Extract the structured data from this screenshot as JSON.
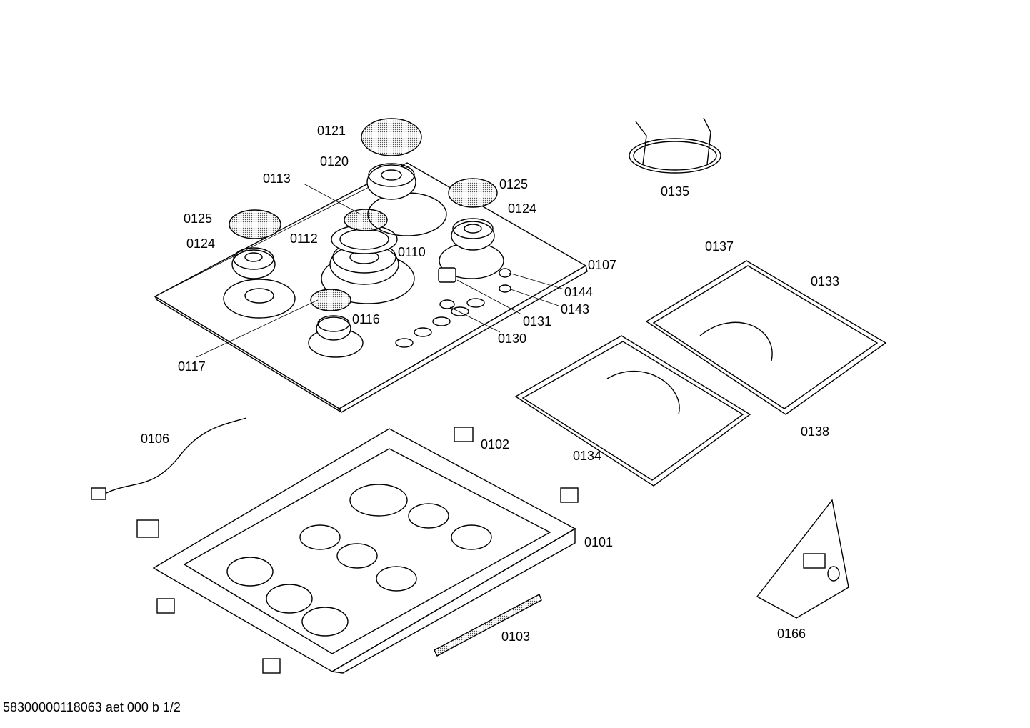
{
  "labels": {
    "p0101": "0101",
    "p0102": "0102",
    "p0103": "0103",
    "p0106": "0106",
    "p0107": "0107",
    "p0110": "0110",
    "p0112": "0112",
    "p0113": "0113",
    "p0116": "0116",
    "p0117": "0117",
    "p0120": "0120",
    "p0121": "0121",
    "p0124a": "0124",
    "p0124b": "0124",
    "p0125a": "0125",
    "p0125b": "0125",
    "p0130": "0130",
    "p0131": "0131",
    "p0133": "0133",
    "p0134": "0134",
    "p0135": "0135",
    "p0137": "0137",
    "p0138": "0138",
    "p0143": "0143",
    "p0144": "0144",
    "p0166": "0166"
  },
  "footer": "58300000118063 aet 000 b 1/2"
}
